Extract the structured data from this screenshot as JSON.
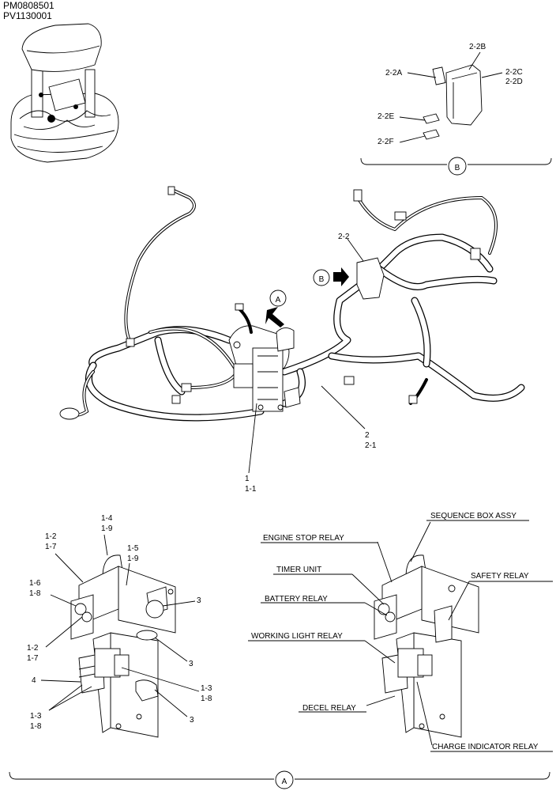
{
  "header": {
    "code1": "PM0808501",
    "code2": "PV1130001"
  },
  "view_b": {
    "marker": "B",
    "labels": [
      "2-2A",
      "2-2B",
      "2-2C",
      "2-2D",
      "2-2E",
      "2-2F"
    ]
  },
  "main": {
    "view_a_marker": "A",
    "view_b_marker": "B",
    "label_2_2": "2-2",
    "label_2": "2",
    "label_2_1": "2-1",
    "label_1": "1",
    "label_1_1": "1-1"
  },
  "view_a_left": {
    "labels": {
      "l_1_4": "1-4",
      "l_1_9a": "1-9",
      "l_1_2a": "1-2",
      "l_1_7a": "1-7",
      "l_1_5": "1-5",
      "l_1_9b": "1-9",
      "l_1_6": "1-6",
      "l_1_8a": "1-8",
      "l_3a": "3",
      "l_1_2b": "1-2",
      "l_1_7b": "1-7",
      "l_3b": "3",
      "l_4": "4",
      "l_1_3a": "1-3",
      "l_1_8b": "1-8",
      "l_1_3b": "1-3",
      "l_1_8c": "1-8",
      "l_3c": "3"
    }
  },
  "view_a_right": {
    "sequence_box": "SEQUENCE BOX ASSY",
    "engine_stop": "ENGINE STOP RELAY",
    "timer_unit": "TIMER UNIT",
    "safety_relay": "SAFETY RELAY",
    "battery_relay": "BATTERY RELAY",
    "working_light": "WORKING LIGHT RELAY",
    "decel_relay": "DECEL RELAY",
    "charge_indicator": "CHARGE INDICATOR RELAY"
  },
  "footer": {
    "marker": "A"
  }
}
